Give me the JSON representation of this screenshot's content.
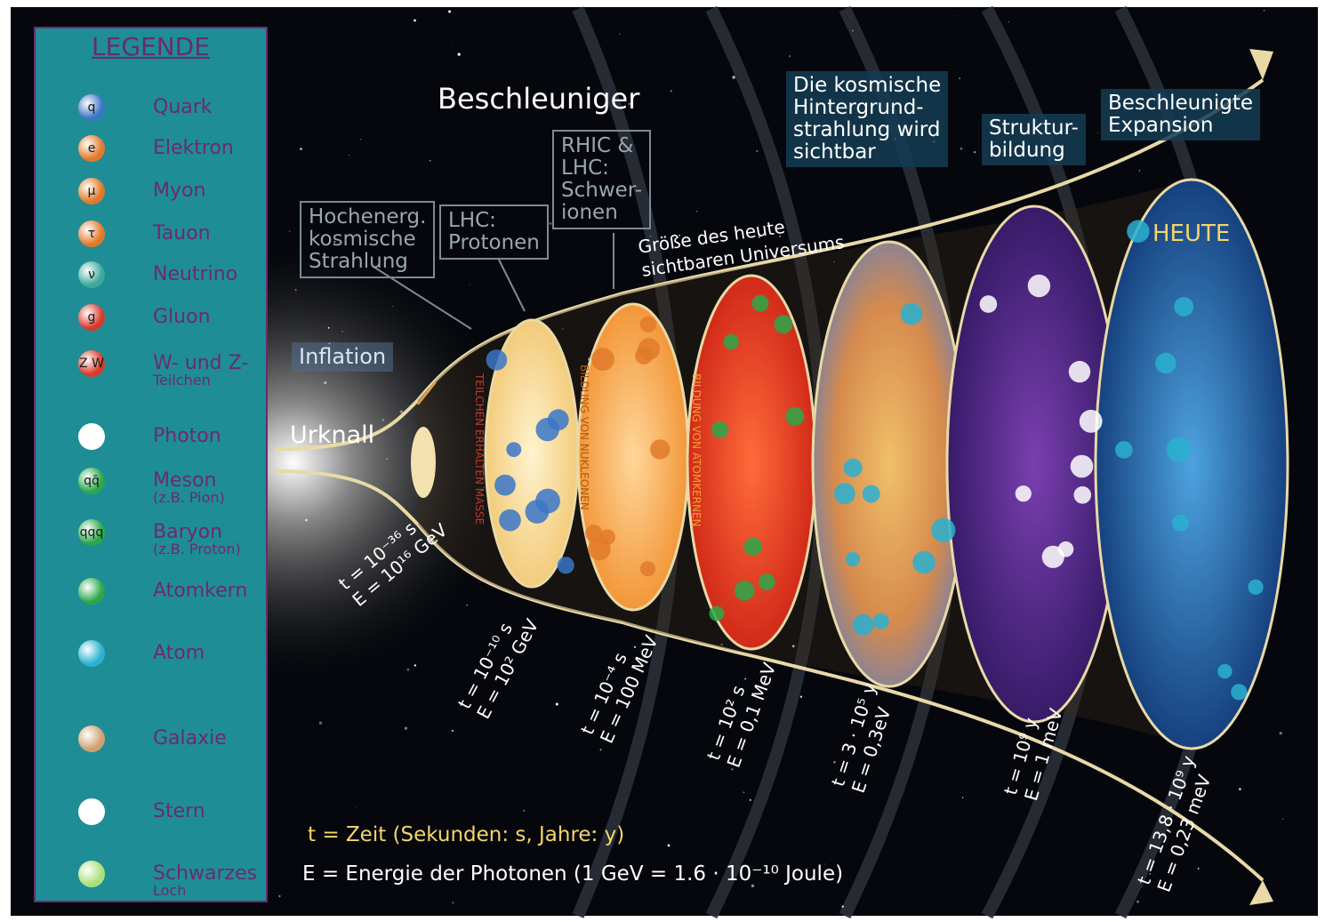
{
  "legend": {
    "title": "LEGENDE",
    "items": [
      {
        "glyph": "q",
        "label": "Quark",
        "sub": ""
      },
      {
        "glyph": "e",
        "label": "Elektron",
        "sub": ""
      },
      {
        "glyph": "μ",
        "label": "Myon",
        "sub": ""
      },
      {
        "glyph": "τ",
        "label": "Tauon",
        "sub": ""
      },
      {
        "glyph": "ν",
        "label": "Neutrino",
        "sub": ""
      },
      {
        "glyph": "g",
        "label": "Gluon",
        "sub": ""
      },
      {
        "glyph": "Z W",
        "label": "W- und Z-",
        "sub": "Teilchen"
      },
      {
        "glyph": "",
        "label": "Photon",
        "sub": ""
      },
      {
        "glyph": "qq̄",
        "label": "Meson",
        "sub": "(z.B. Pion)"
      },
      {
        "glyph": "qqq",
        "label": "Baryon",
        "sub": "(z.B. Proton)"
      },
      {
        "glyph": "",
        "label": "Atomkern",
        "sub": ""
      },
      {
        "glyph": "",
        "label": "Atom",
        "sub": ""
      },
      {
        "glyph": "",
        "label": "Galaxie",
        "sub": ""
      },
      {
        "glyph": "",
        "label": "Stern",
        "sub": ""
      },
      {
        "glyph": "",
        "label": "Schwarzes",
        "sub": "Loch"
      }
    ]
  },
  "labels": {
    "beschleuniger": "Beschleuniger",
    "urknall": "Urknall",
    "inflation": "Inflation",
    "heute": "HEUTE",
    "groesse1": "Größe des heute",
    "groesse2": "sichtbaren Universums",
    "hochenerg": [
      "Hochenerg.",
      "kosmische",
      "Strahlung"
    ],
    "lhc_protonen": [
      "LHC:",
      "Protonen"
    ],
    "rhic": [
      "RHIC &",
      "LHC:",
      "Schwer-",
      "ionen"
    ],
    "cmb": [
      "Die kosmische",
      "Hintergrund-",
      "strahlung wird",
      "sichtbar"
    ],
    "struktur": [
      "Struktur-",
      "bildung"
    ],
    "expansion": [
      "Beschleunigte",
      "Expansion"
    ],
    "vertical": [
      "TEILCHEN ERHALTEN MASSE",
      "BILDUNG VON NUKLEONEN",
      "BILDUNG VON ATOMKERNEN"
    ]
  },
  "phases": [
    {
      "t": "t = 10⁻³⁶ s",
      "e": "E = 10¹⁶ GeV"
    },
    {
      "t": "t = 10⁻¹⁰ s",
      "e": "E = 10² GeV"
    },
    {
      "t": "t = 10⁻⁴ s",
      "e": "E = 100 MeV"
    },
    {
      "t": "t = 10² s",
      "e": "E = 0,1 MeV"
    },
    {
      "t": "t = 3 · 10⁵ y",
      "e": "E = 0,3eV"
    },
    {
      "t": "t = 10⁹ y",
      "e": "E = 1 meV"
    },
    {
      "t": "t = 13,8 · 10⁹ y",
      "e": "E = 0,23 meV"
    }
  ],
  "footer": {
    "time": "t = Zeit (Sekunden: s, Jahre: y)",
    "energy": "E = Energie der Photonen (1 GeV = 1.6 · 10⁻¹⁰ Joule)"
  },
  "colors": {
    "legend_bg": "#1f8d96",
    "legend_text": "#6a2b6f",
    "space": "#05070d",
    "funnel": "#e9d9a6"
  }
}
